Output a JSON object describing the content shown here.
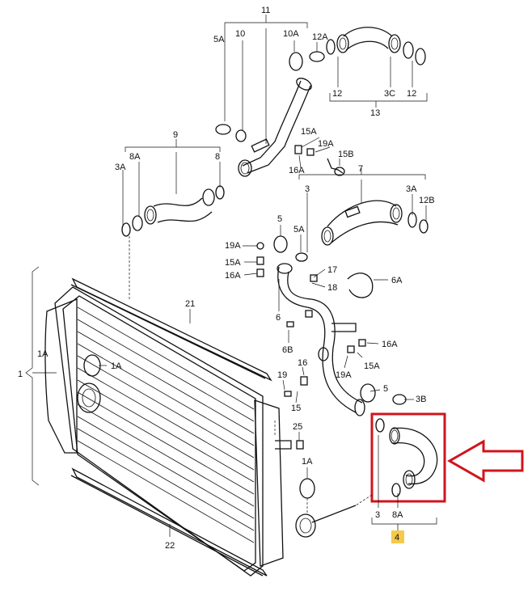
{
  "labels": {
    "l11": "11",
    "l10": "10",
    "l10A": "10A",
    "l5A_top": "5A",
    "l12A": "12A",
    "l12_a": "12",
    "l3C": "3C",
    "l12_b": "12",
    "l13": "13",
    "l9": "9",
    "l8A_top": "8A",
    "l8_top": "8",
    "l3A_left": "3A",
    "l15A_a": "15A",
    "l19A_a": "19A",
    "l15B": "15B",
    "l16A_a": "16A",
    "l7": "7",
    "l3_mid": "3",
    "l3A_right": "3A",
    "l12B": "12B",
    "l5_mid": "5",
    "l5A_mid": "5A",
    "l19A_b": "19A",
    "l15A_b": "15A",
    "l16A_b": "16A",
    "l17": "17",
    "l6A": "6A",
    "l18": "18",
    "l21": "21",
    "l6": "6",
    "l6B": "6B",
    "l16A_c": "16A",
    "l15A_c": "15A",
    "l19A_c": "19A",
    "l1A_a": "1A",
    "l1": "1",
    "l1A_b": "1A",
    "l16": "16",
    "l19": "19",
    "l15": "15",
    "l5_low": "5",
    "l3B": "3B",
    "l25": "25",
    "l1A_c": "1A",
    "l3_low": "3",
    "l8A_low": "8A",
    "l4": "4",
    "l22": "22"
  },
  "colors": {
    "highlight_box": "#d0141c",
    "arrow": "#d0141c",
    "label4_bg": "#f6c94a"
  },
  "icons": {
    "callout_arrow": "arrow-left-outline"
  }
}
